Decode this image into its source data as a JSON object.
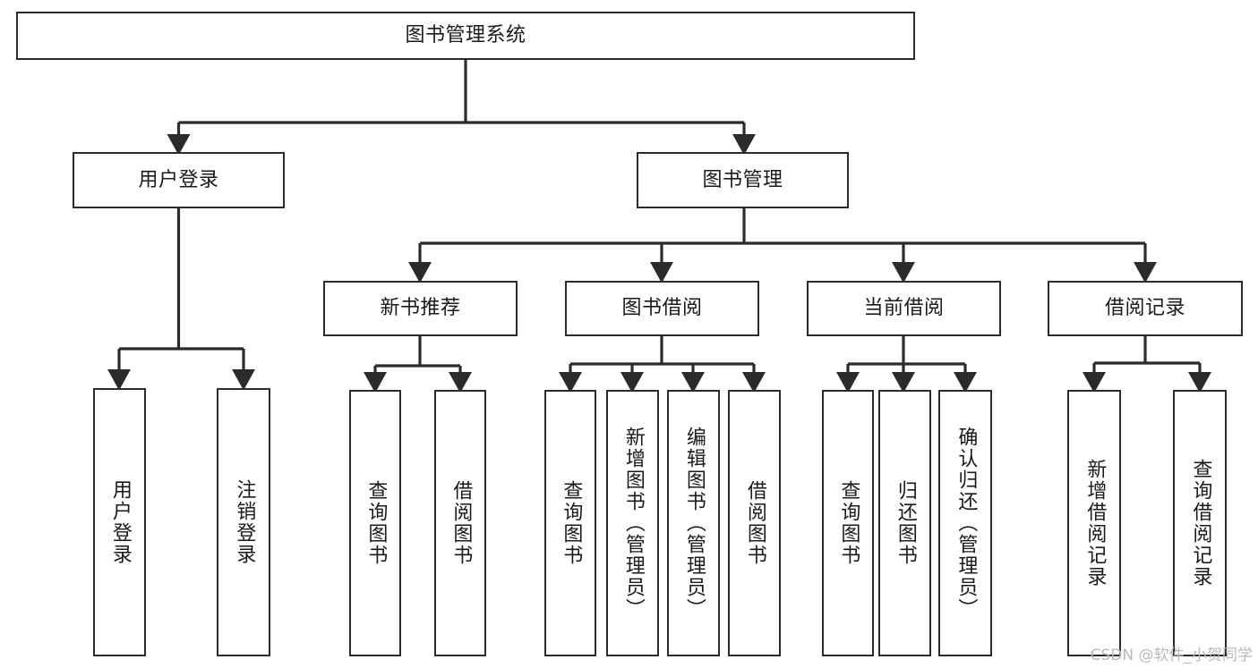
{
  "diagram": {
    "type": "tree",
    "title": "图书管理系统",
    "root": {
      "id": "root",
      "label": "图书管理系统"
    },
    "level2": [
      {
        "id": "user-login",
        "label": "用户登录"
      },
      {
        "id": "book-management",
        "label": "图书管理"
      }
    ],
    "level3": [
      {
        "id": "new-book-recommend",
        "label": "新书推荐",
        "parent": "book-management"
      },
      {
        "id": "book-borrow",
        "label": "图书借阅",
        "parent": "book-management"
      },
      {
        "id": "current-borrow",
        "label": "当前借阅",
        "parent": "book-management"
      },
      {
        "id": "borrow-record",
        "label": "借阅记录",
        "parent": "book-management"
      }
    ],
    "leaves": [
      {
        "id": "leaf-user-login",
        "label": "用户登录",
        "parent": "user-login"
      },
      {
        "id": "leaf-logout-login",
        "label": "注销登录",
        "parent": "user-login"
      },
      {
        "id": "leaf-query-book-1",
        "label": "查询图书",
        "parent": "new-book-recommend"
      },
      {
        "id": "leaf-borrow-book-1",
        "label": "借阅图书",
        "parent": "new-book-recommend"
      },
      {
        "id": "leaf-query-book-2",
        "label": "查询图书",
        "parent": "book-borrow"
      },
      {
        "id": "leaf-add-book",
        "label": "新增图书（管理员）",
        "parent": "book-borrow"
      },
      {
        "id": "leaf-edit-book",
        "label": "编辑图书（管理员）",
        "parent": "book-borrow"
      },
      {
        "id": "leaf-borrow-book-2",
        "label": "借阅图书",
        "parent": "book-borrow"
      },
      {
        "id": "leaf-query-book-3",
        "label": "查询图书",
        "parent": "current-borrow"
      },
      {
        "id": "leaf-return-book",
        "label": "归还图书",
        "parent": "current-borrow"
      },
      {
        "id": "leaf-confirm-return",
        "label": "确认归还（管理员）",
        "parent": "current-borrow"
      },
      {
        "id": "leaf-add-record",
        "label": "新增借阅记录",
        "parent": "borrow-record"
      },
      {
        "id": "leaf-query-record",
        "label": "查询借阅记录",
        "parent": "borrow-record"
      }
    ],
    "colors": {
      "border": "#2b2b2b",
      "background": "#ffffff",
      "text": "#1a1a1a",
      "edge": "#2b2b2b",
      "watermark": "#b9b9b9"
    }
  },
  "watermark": {
    "text": "CSDN @软件_小贺同学"
  }
}
